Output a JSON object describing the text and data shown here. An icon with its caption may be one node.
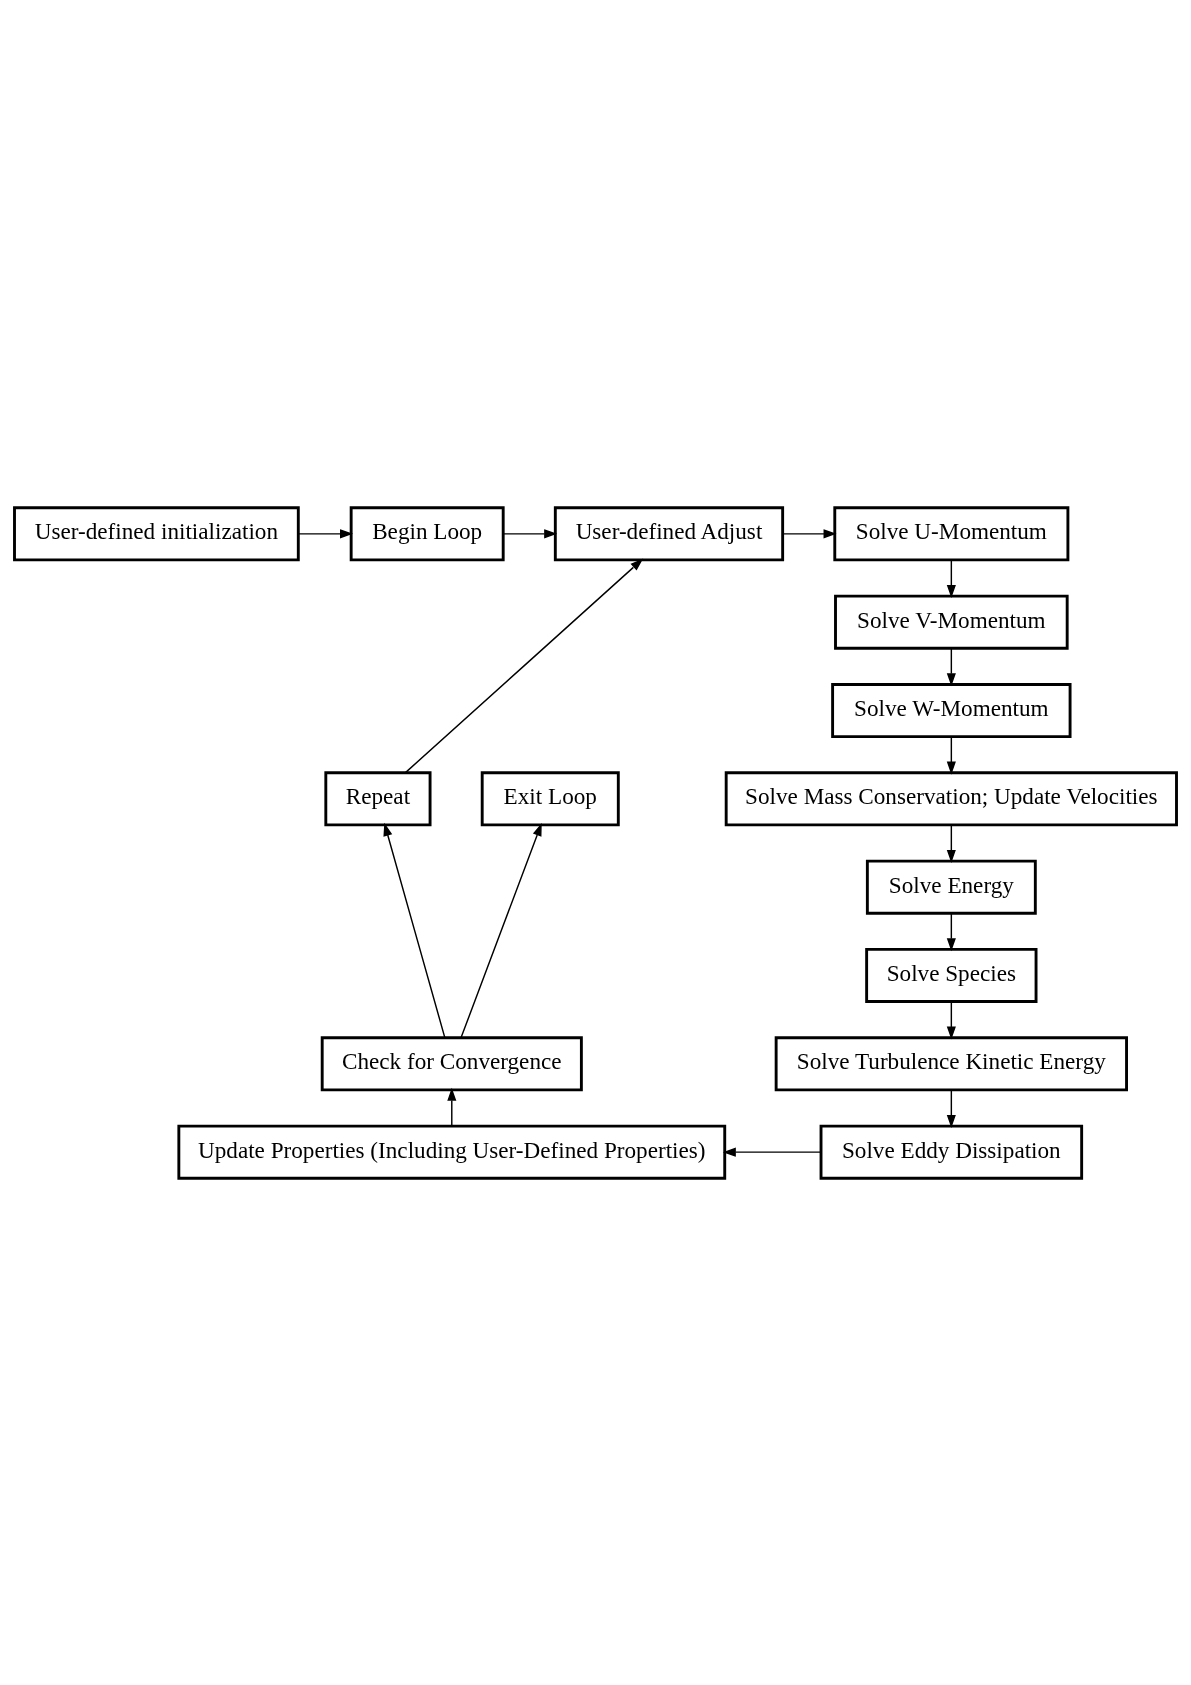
{
  "diagram": {
    "nodes": [
      {
        "text": [
          "User-defined initialization"
        ]
      },
      {
        "text": [
          "Begin Loop"
        ]
      },
      {
        "text": [
          "User-defined Adjust"
        ]
      },
      {
        "text": [
          "Solve U-Momentum"
        ]
      },
      {
        "text": [
          "Solve V-Momentum"
        ]
      },
      {
        "text": [
          "Solve W-Momentum"
        ]
      },
      {
        "text": [
          "Solve Mass Conservation; Update Velocities"
        ]
      },
      {
        "text": [
          "Solve Energy"
        ]
      },
      {
        "text": [
          "Solve Species"
        ]
      },
      {
        "text": [
          "Solve Turbulence Kinetic Energy"
        ]
      },
      {
        "text": [
          "Solve Eddy Dissipation"
        ]
      },
      {
        "text": [
          "Update Properties (Including User-Defined Properties)"
        ]
      },
      {
        "text": [
          "Check for Convergence"
        ]
      },
      {
        "text": [
          "Exit Loop"
        ]
      },
      {
        "text": [
          "Repeat"
        ]
      }
    ],
    "edges": [
      {
        "from": 0,
        "to": 1,
        "arrow": "to"
      },
      {
        "from": 1,
        "to": 2,
        "arrow": "to"
      },
      {
        "from": 2,
        "to": 3,
        "arrow": "to"
      },
      {
        "from": 3,
        "to": 4,
        "arrow": "to"
      },
      {
        "from": 4,
        "to": 5,
        "arrow": "to"
      },
      {
        "from": 5,
        "to": 6,
        "arrow": "to"
      },
      {
        "from": 6,
        "to": 7,
        "arrow": "to"
      },
      {
        "from": 7,
        "to": 8,
        "arrow": "to"
      },
      {
        "from": 8,
        "to": 9,
        "arrow": "to"
      },
      {
        "from": 9,
        "to": 10,
        "arrow": "to"
      },
      {
        "from": 10,
        "to": 11,
        "arrow": "to"
      },
      {
        "from": 11,
        "to": 12,
        "arrow": "to"
      },
      {
        "from": 12,
        "to": 13,
        "arrow": "to"
      },
      {
        "from": 12,
        "to": 14,
        "arrow": "to"
      },
      {
        "from": 14,
        "to": 2,
        "arrow": "to"
      }
    ]
  }
}
